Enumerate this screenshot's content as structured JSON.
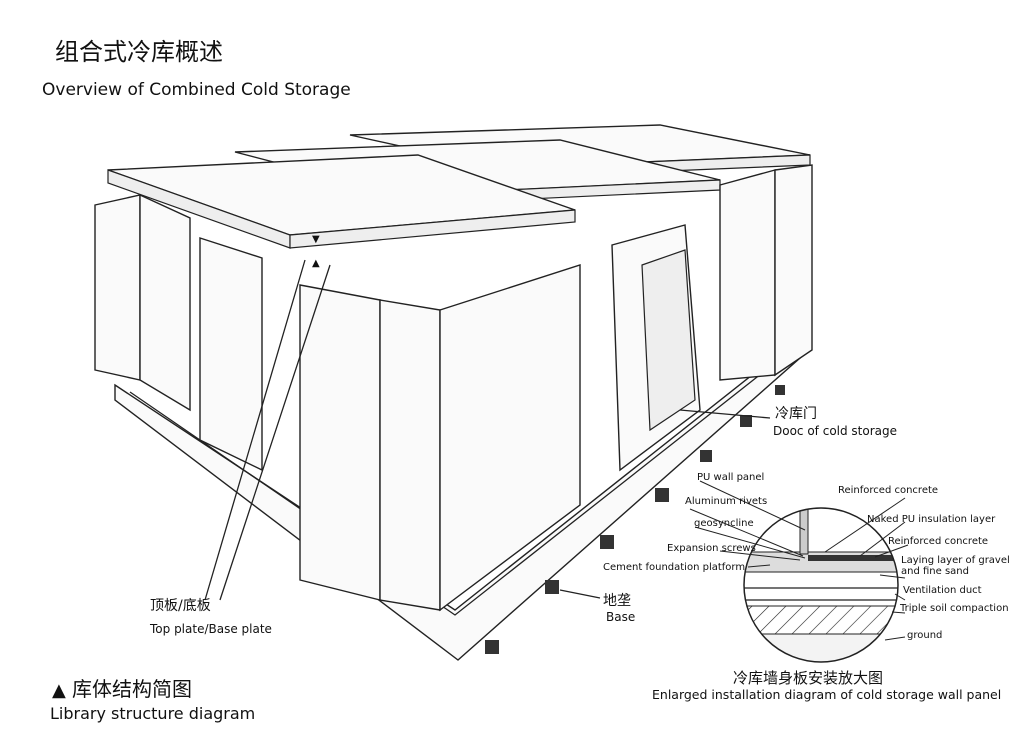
{
  "title": {
    "cn": "组合式冷库概述",
    "en": "Overview of Combined Cold Storage"
  },
  "labels": {
    "door": {
      "cn": "冷库门",
      "en": "Dooc of cold storage"
    },
    "plate": {
      "cn": "顶板/底板",
      "en": "Top plate/Base plate"
    },
    "base": {
      "cn": "地垄",
      "en": "Base"
    }
  },
  "footer": {
    "marker": "▲",
    "cn": "库体结构简图",
    "en": "Library structure diagram"
  },
  "detail": {
    "caption_cn": "冷库墙身板安装放大图",
    "caption_en": "Enlarged installation diagram of cold storage wall panel",
    "callouts": [
      "PU wall panel",
      "Aluminum rivets",
      "geosyncline",
      "Expansion screws",
      "Cement foundation platform",
      "Reinforced concrete",
      "Naked PU insulation layer",
      "Reinforced concrete",
      "Laying layer of gravel",
      "and fine sand",
      "Ventilation duct",
      "Triple soil compaction",
      "ground"
    ]
  }
}
